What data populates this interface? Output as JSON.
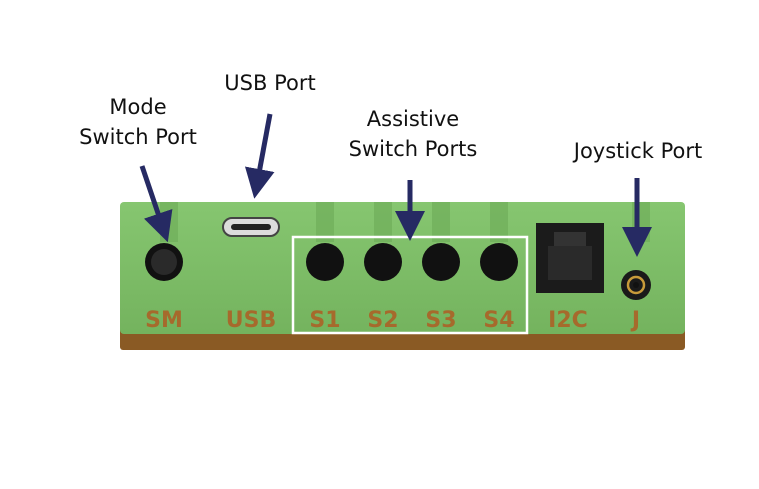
{
  "callouts": {
    "mode_switch": [
      "Mode",
      "Switch Port"
    ],
    "usb": "USB Port",
    "assistive": [
      "Assistive",
      "Switch Ports"
    ],
    "joystick": "Joystick Port"
  },
  "port_labels": {
    "sm": "SM",
    "usb": "USB",
    "s1": "S1",
    "s2": "S2",
    "s3": "S3",
    "s4": "S4",
    "i2c": "I2C",
    "j": "J"
  },
  "colors": {
    "enclosure_green": "#7fbf6a",
    "base_brown": "#8a5a24",
    "label_brown": "#a66a2c",
    "arrow_navy": "#262a63",
    "highlight_box": "#ffffff"
  }
}
